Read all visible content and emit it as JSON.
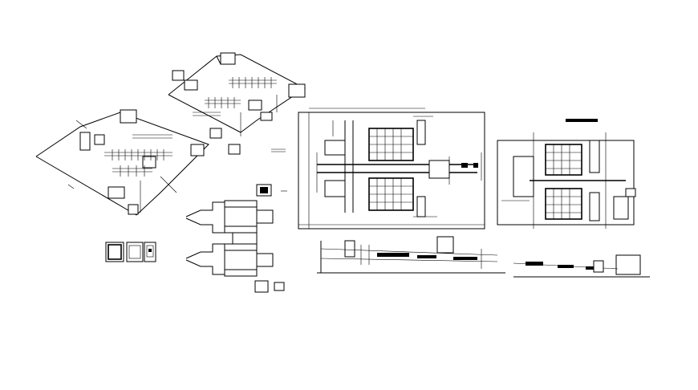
{
  "drawing": {
    "background_color": "#ffffff",
    "line_color": "#000000",
    "views": [
      {
        "name": "isometric-pipe-network-upper",
        "icon": "isometric-piping"
      },
      {
        "name": "isometric-pipe-network-lower",
        "icon": "isometric-piping"
      },
      {
        "name": "filter-tank-plan-main",
        "icon": "plan-view"
      },
      {
        "name": "filter-tank-plan-right",
        "icon": "plan-view"
      },
      {
        "name": "longitudinal-section-main",
        "icon": "section-view"
      },
      {
        "name": "longitudinal-section-right",
        "icon": "section-view"
      },
      {
        "name": "pump-housing-detail-upper",
        "icon": "equipment-detail"
      },
      {
        "name": "pump-housing-detail-lower",
        "icon": "equipment-detail"
      },
      {
        "name": "panel-details",
        "icon": "panel-detail"
      }
    ]
  }
}
